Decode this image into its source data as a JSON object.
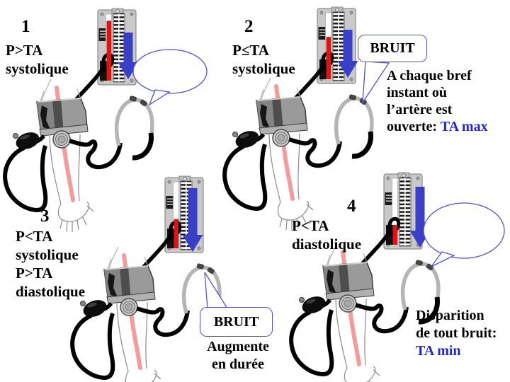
{
  "colors": {
    "arrow_blue": "#3a40c6",
    "highlight_blue": "#2626c2",
    "callout_outline": "#5152c8",
    "mercury_red": "#dd1414",
    "artery_pink": "#f29c9c"
  },
  "panels": [
    {
      "number": "1",
      "condition": "P>TA\nsystolique",
      "mercury_percent": 92,
      "bubble": "empty-speech-bubble"
    },
    {
      "number": "2",
      "condition": "P≤TA\nsystolique",
      "mercury_percent": 65,
      "bubble_label": "BRUIT",
      "note_lines": [
        "A chaque bref",
        "instant où",
        "l’artère est"
      ],
      "note_last_prefix": "ouverte: ",
      "note_highlight": "TA max"
    },
    {
      "number": "3",
      "condition": "P<TA\nsystolique\nP>TA\ndiastolique",
      "mercury_percent": 45,
      "bubble_label": "BRUIT",
      "caption_line1": "Augmente",
      "caption_line2": "en durée"
    },
    {
      "number": "4",
      "condition": "P<TA\ndiastolique",
      "mercury_percent": 30,
      "bubble": "empty-speech-bubble",
      "note_lines": [
        "Disparition",
        "de tout bruit:"
      ],
      "note_highlight": "TA min"
    }
  ]
}
